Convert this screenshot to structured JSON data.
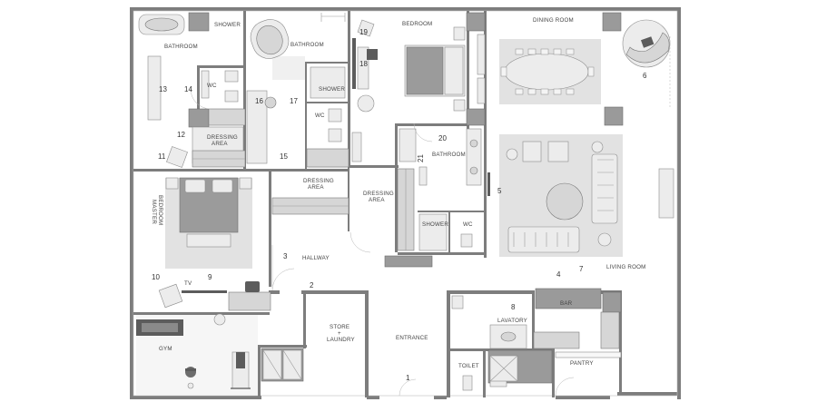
{
  "rooms": {
    "shower_top": "SHOWER",
    "bathroom_left": "BATHROOM",
    "bathroom_mid": "BATHROOM",
    "bedroom": "BEDROOM",
    "dining_room": "DINING ROOM",
    "wc_left": "WC",
    "shower_mid": "SHOWER",
    "wc_mid": "WC",
    "dressing_area_1_l1": "DRESSING",
    "dressing_area_1_l2": "AREA",
    "bathroom_right": "BATHROOM",
    "master_bedroom_l1": "MASTER",
    "master_bedroom_l2": "BEDROOM",
    "dressing_area_2_l1": "DRESSING",
    "dressing_area_2_l2": "AREA",
    "dressing_area_3_l1": "DRESSING",
    "dressing_area_3_l2": "AREA",
    "shower_right": "SHOWER",
    "wc_right": "WC",
    "hallway": "HALLWAY",
    "living_room": "LIVING ROOM",
    "tv": "TV",
    "bar": "BAR",
    "store_l1": "STORE",
    "store_l2": "+",
    "store_l3": "LAUNDRY",
    "entrance": "ENTRANCE",
    "lavatory": "LAVATORY",
    "gym": "GYM",
    "toilet": "TOILET",
    "pantry": "PANTRY"
  },
  "numbers": {
    "n1": "1",
    "n2": "2",
    "n3": "3",
    "n4": "4",
    "n5": "5",
    "n6": "6",
    "n7": "7",
    "n8": "8",
    "n9": "9",
    "n10": "10",
    "n11": "11",
    "n12": "12",
    "n13": "13",
    "n14": "14",
    "n15": "15",
    "n16": "16",
    "n17": "17",
    "n18": "18",
    "n19": "19",
    "n20": "20",
    "n21": "21"
  }
}
